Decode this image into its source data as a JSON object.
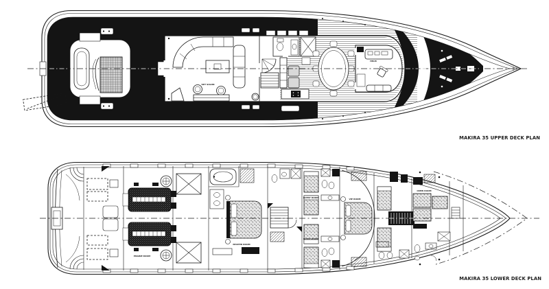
{
  "colors": {
    "paper": "#ffffff",
    "ink": "#161616",
    "deck_black": "#141414",
    "tread_gray": "#cfcfcf",
    "stipple_gray": "#e3e3e3"
  },
  "upper_deck": {
    "caption": "MAKIRA 35 UPPER DECK PLAN",
    "labels": {
      "sky_salon": "SKY SALON",
      "helm": "HELM"
    },
    "features": [
      "passerelle",
      "stern-gate",
      "aft-deck",
      "aft-stairway",
      "sky-salon",
      "curved-sofa",
      "coffee-table",
      "tub-chairs",
      "foyer-stairs",
      "day-head",
      "skylight-hatch",
      "galley",
      "dining-table",
      "wheelhouse",
      "helm-console",
      "helm-chair",
      "foredeck",
      "windlass",
      "bow"
    ]
  },
  "lower_deck": {
    "caption": "MAKIRA 35 LOWER DECK PLAN",
    "labels": {
      "engine_room": "ENGINE ROOM",
      "master": "MASTER ROOM",
      "vip": "VIP ROOM",
      "guest_aft": "GUEST ROOM",
      "guest_fwd": "GUEST ROOM",
      "crew": "CREW ROOM"
    },
    "features": [
      "swim-platform",
      "transom-steps",
      "crew-cabin-aft",
      "engine-room",
      "port-engine",
      "starboard-engine",
      "tank-hatches",
      "master-bath",
      "master-stateroom",
      "stair-lobby",
      "guest-cabins",
      "vip-stateroom",
      "galley-stairs",
      "crew-quarters",
      "crew-head",
      "forepeak"
    ]
  }
}
